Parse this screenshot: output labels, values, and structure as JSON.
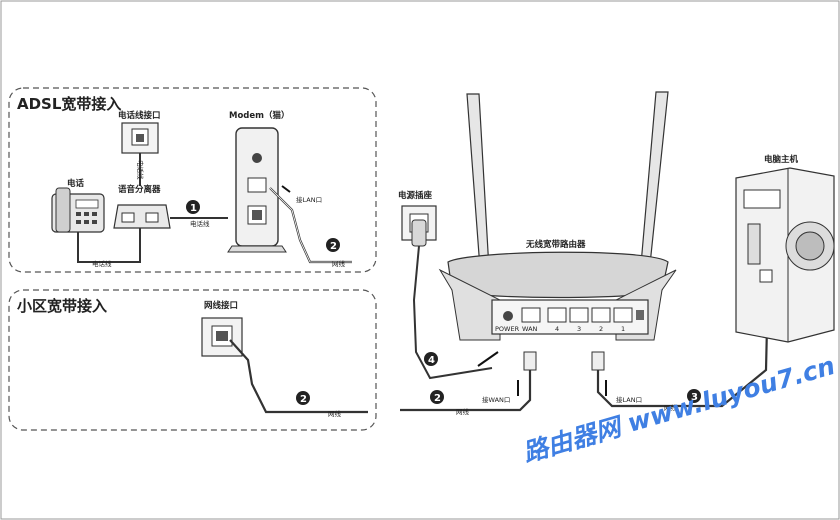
{
  "sections": {
    "adsl": "ADSL宽带接入",
    "community": "小区宽带接入"
  },
  "devices": {
    "phone_jack": "电话线接口",
    "phone": "电话",
    "splitter": "语音分离器",
    "modem": "Modem（猫）",
    "wall_jack": "网线接口",
    "power_adapter": "电源插座",
    "router": "无线宽带路由器",
    "pc": "电脑主机"
  },
  "cables": {
    "phone_line": "电话线",
    "net_line": "网线"
  },
  "ports": {
    "power": "POWER",
    "wan": "WAN",
    "lan4": "4",
    "lan3": "3",
    "lan2": "2",
    "lan1": "1",
    "modem_lan_mark": "接LAN口",
    "router_wan_mark": "接WAN口",
    "router_lan_mark": "接LAN口"
  },
  "steps": {
    "s1": "1",
    "s2": "2",
    "s3": "3",
    "s4": "4"
  },
  "watermark": "路由器网 www.luyou7.cn",
  "colors": {
    "line": "#333333",
    "badge": "#222222",
    "watermark": "#3f7fe3",
    "dashed_box": "#555555"
  }
}
